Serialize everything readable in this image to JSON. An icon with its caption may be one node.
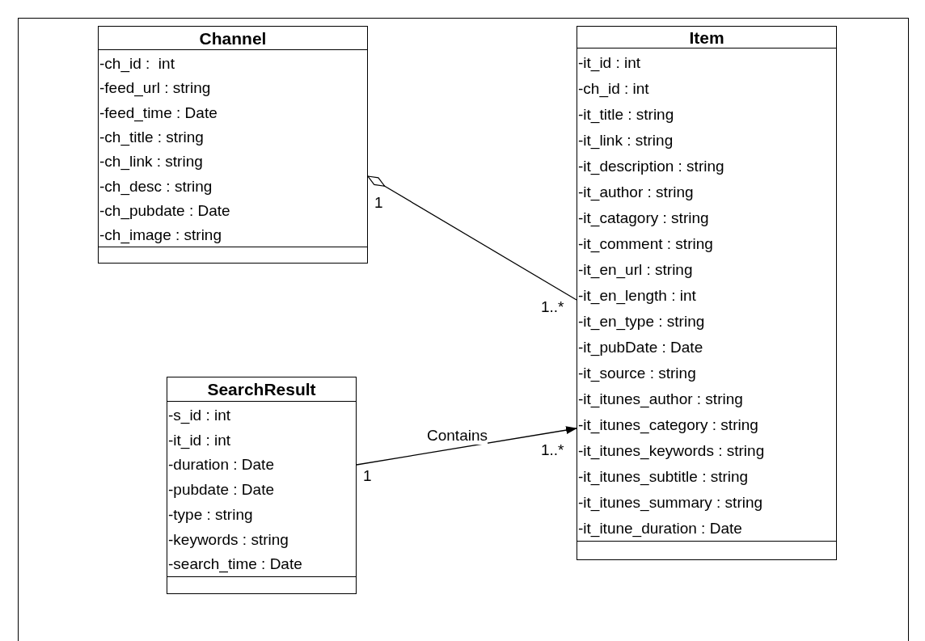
{
  "diagram": {
    "nodes": [
      {
        "text": [
          "Channel",
          "-ch_id :  int",
          "-feed_url : string",
          "-feed_time : Date",
          "-ch_title : string",
          "-ch_link : string",
          "-ch_desc : string",
          "-ch_pubdate : Date",
          "-ch_image : string"
        ]
      },
      {
        "text": [
          "Item",
          "-it_id : int",
          "-ch_id : int",
          "-it_title : string",
          "-it_link : string",
          "-it_description : string",
          "-it_author : string",
          "-it_catagory : string",
          "-it_comment : string",
          "-it_en_url : string",
          "-it_en_length : int",
          "-it_en_type : string",
          "-it_pubDate : Date",
          "-it_source : string",
          "-it_itunes_author : string",
          "-it_itunes_category : string",
          "-it_itunes_keywords : string",
          "-it_itunes_subtitle : string",
          "-it_itunes_summary : string",
          "-it_itune_duration : Date"
        ]
      },
      {
        "text": [
          "SearchResult",
          "-s_id : int",
          "-it_id : int",
          "-duration : Date",
          "-pubdate : Date",
          "-type : string",
          "-keywords : string",
          "-search_time : Date"
        ]
      }
    ],
    "edges": [
      {
        "from": 0,
        "to": 1,
        "arrow": "other"
      },
      {
        "from": 2,
        "to": 1,
        "arrow": "to",
        "label": "Contains"
      }
    ],
    "labels": [
      "1",
      "1..*",
      "1",
      "1..*"
    ]
  }
}
